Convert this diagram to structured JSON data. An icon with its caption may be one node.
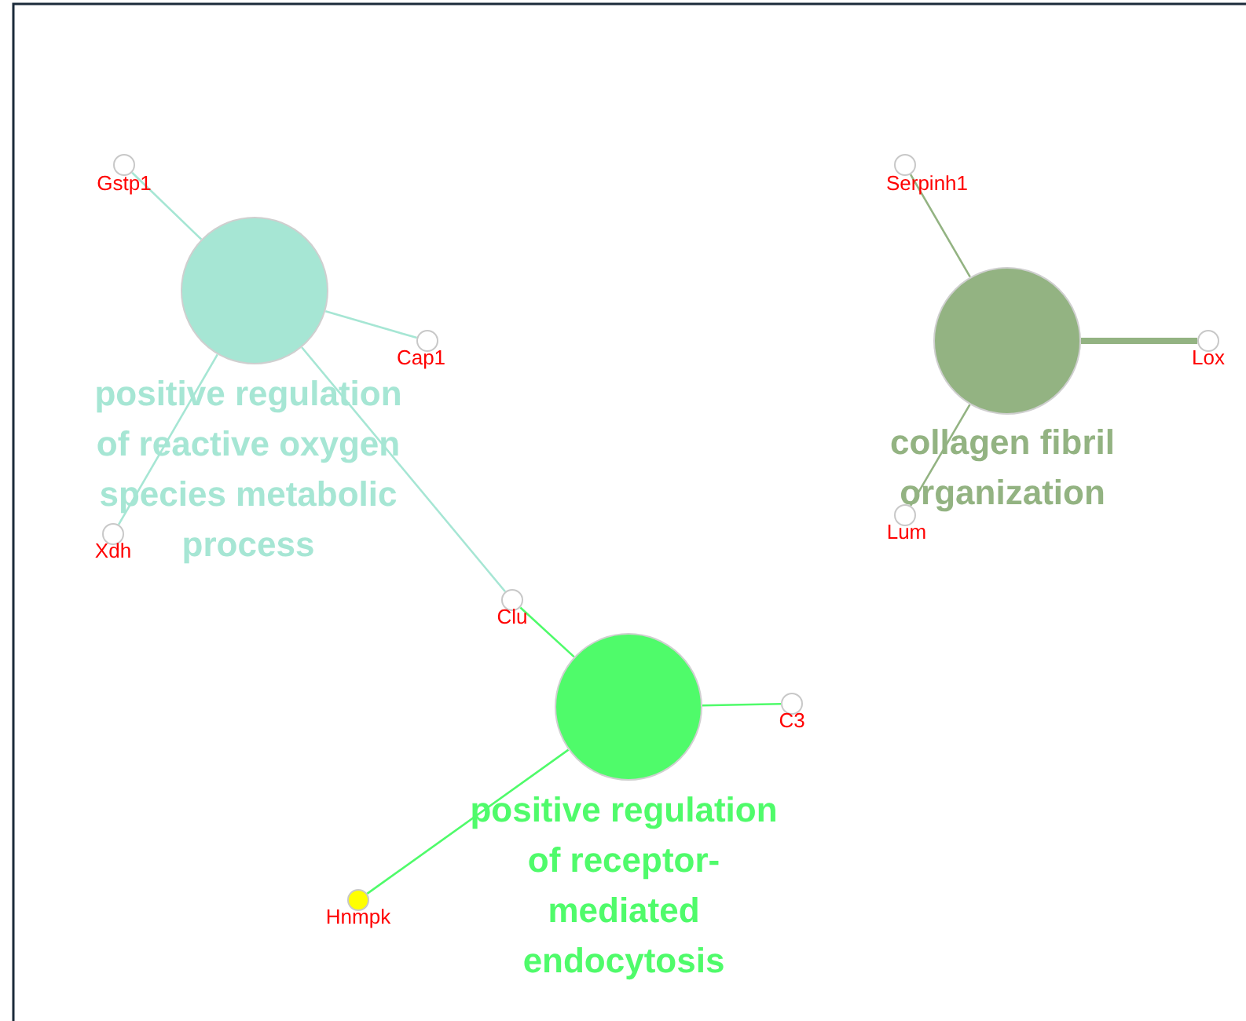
{
  "diagram": {
    "nodes": [
      {
        "text": [
          "Gstp1"
        ]
      },
      {
        "text": [
          "Serpinh1"
        ]
      },
      {
        "text": [
          "positive regulation of reactive oxygen species metabolic process"
        ]
      },
      {
        "text": [
          "collagen fibril organization"
        ]
      },
      {
        "text": [
          "Cap1"
        ]
      },
      {
        "text": [
          "Lox"
        ]
      },
      {
        "text": [
          "Xdh"
        ]
      },
      {
        "text": [
          "Lum"
        ]
      },
      {
        "text": [
          "Clu"
        ]
      },
      {
        "text": [
          "positive regulation of receptor-mediated endocytosis"
        ]
      },
      {
        "text": [
          "C3"
        ]
      },
      {
        "text": [
          "Hnmpk"
        ]
      }
    ],
    "edges": [
      {
        "from": 2,
        "to": 0,
        "arrow": "none",
        "color": "#a6e6d4"
      },
      {
        "from": 2,
        "to": 4,
        "arrow": "none",
        "color": "#a6e6d4"
      },
      {
        "from": 2,
        "to": 6,
        "arrow": "none",
        "color": "#a6e6d4"
      },
      {
        "from": 2,
        "to": 8,
        "arrow": "none",
        "color": "#a6e6d4"
      },
      {
        "from": 3,
        "to": 1,
        "arrow": "none",
        "color": "#93b382"
      },
      {
        "from": 3,
        "to": 5,
        "arrow": "none",
        "style": "thick",
        "color": "#93b382"
      },
      {
        "from": 3,
        "to": 7,
        "arrow": "none",
        "color": "#93b382"
      },
      {
        "from": 9,
        "to": 8,
        "arrow": "none",
        "color": "#4ffb6a"
      },
      {
        "from": 9,
        "to": 10,
        "arrow": "none",
        "color": "#4ffb6a"
      },
      {
        "from": 9,
        "to": 11,
        "arrow": "none",
        "color": "#4ffb6a"
      }
    ]
  }
}
